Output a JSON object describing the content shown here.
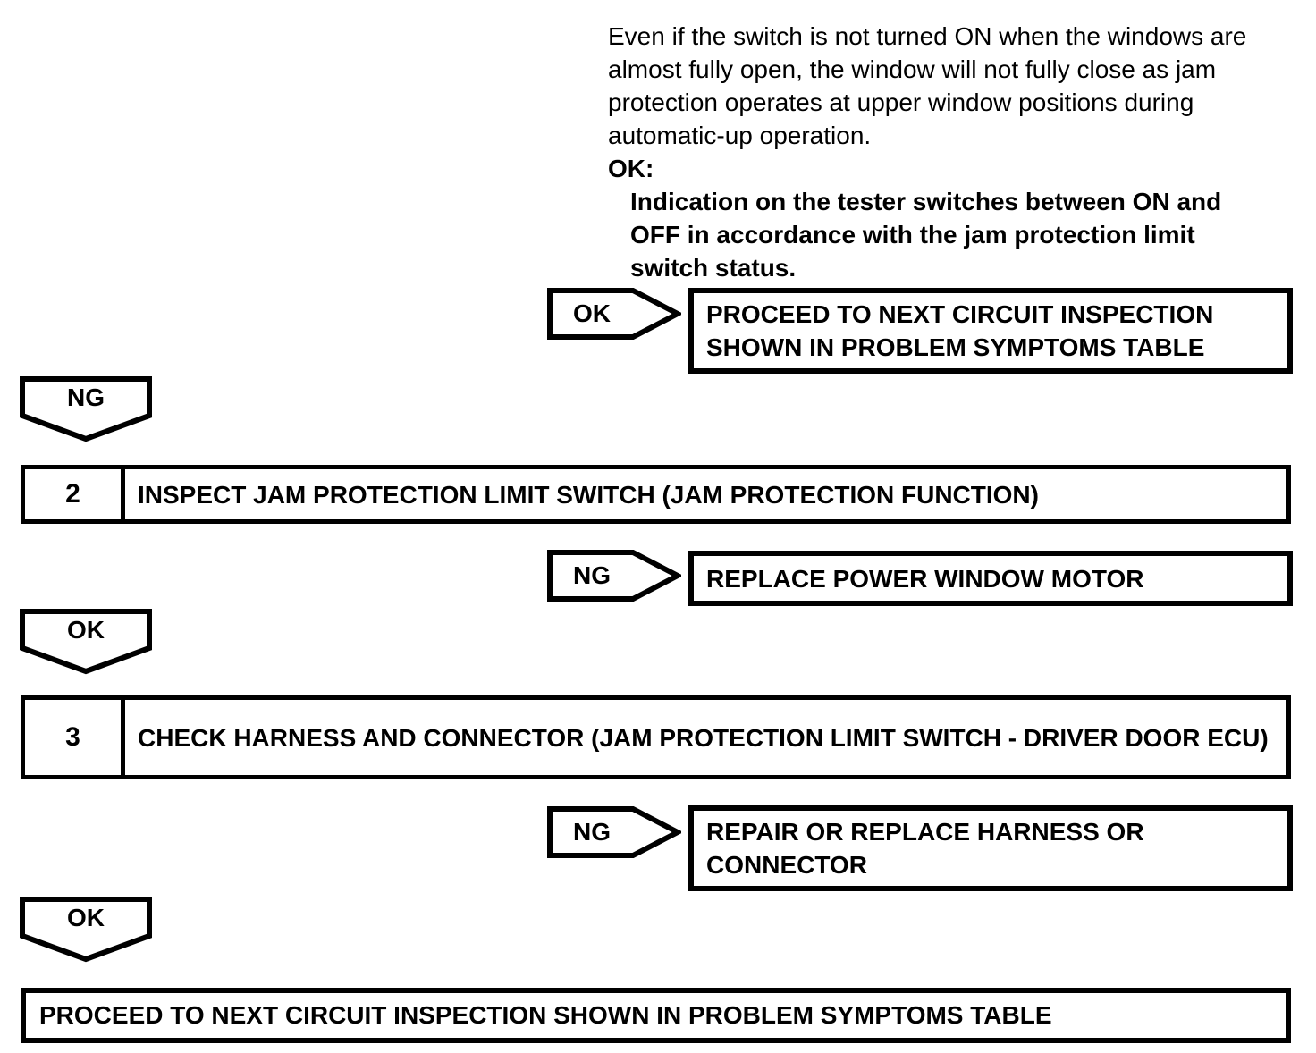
{
  "colors": {
    "ink": "#000000",
    "paper": "#ffffff"
  },
  "note": {
    "paragraph": "Even if the switch is not turned ON when the windows are almost fully open, the window will not fully close as jam protection operates at upper window positions during automatic-up operation.",
    "ok_label": "OK:",
    "ok_detail": "Indication on the tester switches between ON and OFF in accordance with the jam protection limit switch status."
  },
  "flow": {
    "ok_branch_1": {
      "arrow_label": "OK",
      "result": "PROCEED TO NEXT CIRCUIT INSPECTION SHOWN IN PROBLEM SYMPTOMS TABLE"
    },
    "ng_connector_1": {
      "label": "NG"
    },
    "step_2": {
      "number": "2",
      "title": "INSPECT JAM PROTECTION LIMIT SWITCH (JAM PROTECTION FUNCTION)"
    },
    "ng_branch_2": {
      "arrow_label": "NG",
      "result": "REPLACE POWER WINDOW MOTOR"
    },
    "ok_connector_2": {
      "label": "OK"
    },
    "step_3": {
      "number": "3",
      "title": "CHECK HARNESS AND CONNECTOR (JAM PROTECTION LIMIT SWITCH - DRIVER DOOR ECU)"
    },
    "ng_branch_3": {
      "arrow_label": "NG",
      "result": "REPAIR OR REPLACE HARNESS OR CONNECTOR"
    },
    "ok_connector_3": {
      "label": "OK"
    },
    "final_result": "PROCEED TO NEXT CIRCUIT INSPECTION SHOWN IN PROBLEM SYMPTOMS TABLE"
  }
}
